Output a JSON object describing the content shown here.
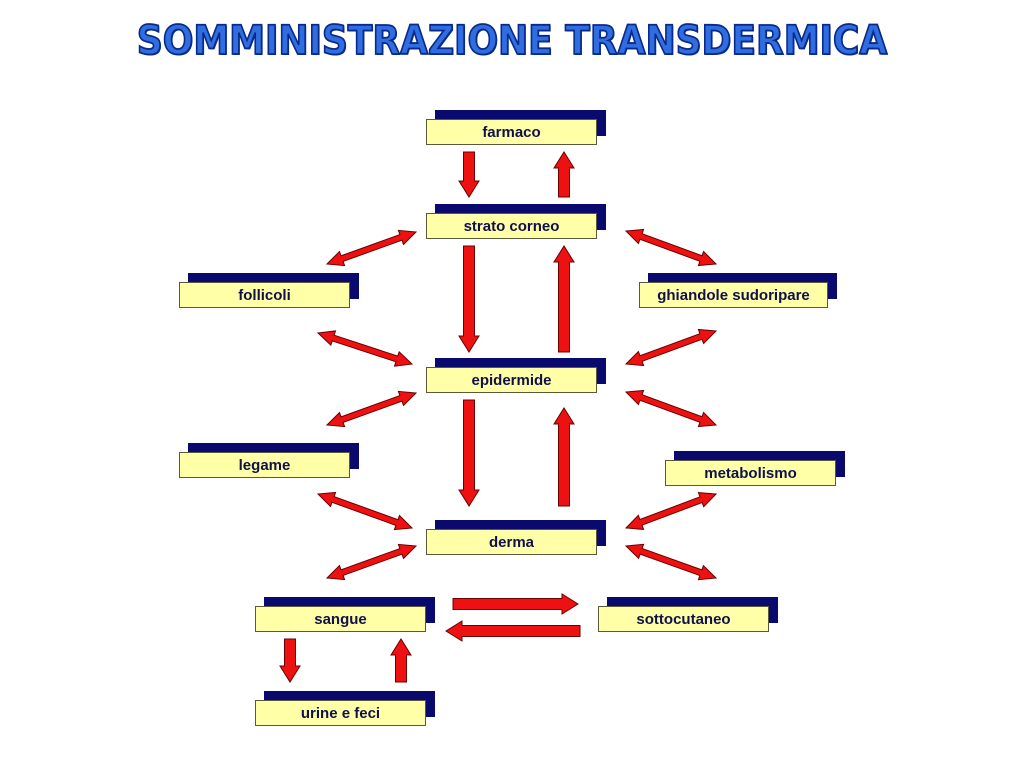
{
  "title": "SOMMINISTRAZIONE TRANSDERMICA",
  "colors": {
    "arrow_fill": "#ee1111",
    "arrow_stroke": "#6a0000",
    "box_fill": "#ffffa8",
    "box_shadow": "#0a0a6e",
    "title": "#2f6de0"
  },
  "nodes": {
    "farmaco": "farmaco",
    "strato_corneo": "strato corneo",
    "follicoli": "follicoli",
    "ghiandole": "ghiandole sudoripare",
    "epidermide": "epidermide",
    "legame": "legame",
    "metabolismo": "metabolismo",
    "derma": "derma",
    "sangue": "sangue",
    "sottocutaneo": "sottocutaneo",
    "urine": "urine e feci"
  }
}
